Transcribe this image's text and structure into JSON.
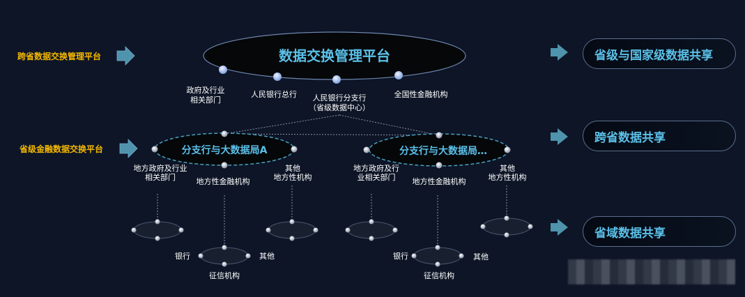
{
  "colors": {
    "background": "#0d1526",
    "accent": "#5bc0e8",
    "side_label": "#f5b800",
    "arrow": "#4f93ad"
  },
  "left_labels": [
    "跨省数据交换管理平台",
    "省级金融数据交换平台"
  ],
  "top": {
    "title": "数据交换管理平台",
    "nodes": [
      [
        "政府及行业",
        "相关部门"
      ],
      [
        "人民银行总行"
      ],
      [
        "人民银行分支行",
        "（省级数据中心）"
      ],
      [
        "全国性金融机构"
      ]
    ]
  },
  "mid": [
    {
      "title": "分支行与大数据局A",
      "labels": [
        [
          "地方政府及行业",
          "相关部门"
        ],
        [
          "地方性金融机构"
        ],
        [
          "其他",
          "地方性机构"
        ]
      ]
    },
    {
      "title": "分支行与大数据局…",
      "labels": [
        [
          "地方政府及行",
          "业相关部门"
        ],
        [
          "地方性金融机构"
        ],
        [
          "其他",
          "地方性机构"
        ]
      ]
    }
  ],
  "bottom": {
    "labels": [
      "银行",
      "其他",
      "征信机构"
    ]
  },
  "right_pills": [
    "省级与国家级数据共享",
    "跨省数据共享",
    "省域数据共享"
  ]
}
